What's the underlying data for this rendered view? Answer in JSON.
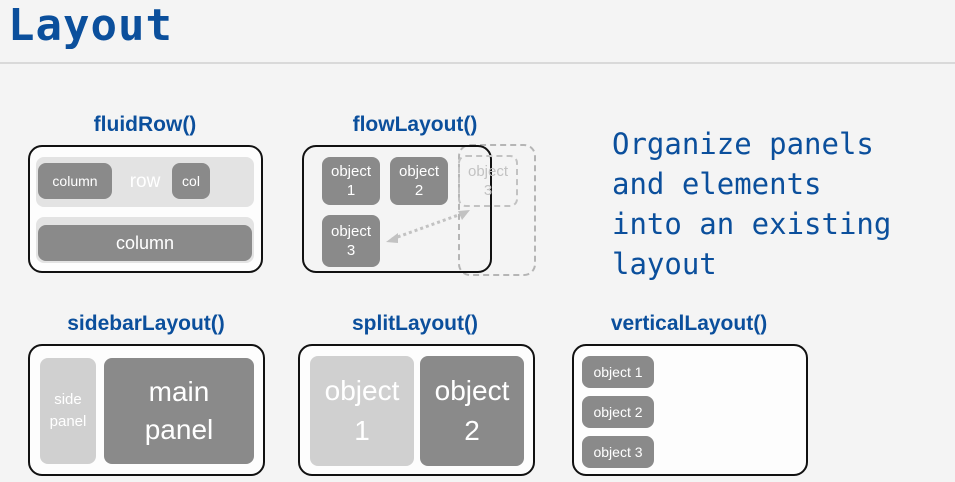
{
  "title": "Layout",
  "tagline": "Organize panels\nand elements\ninto an existing\nlayout",
  "fluidRow": {
    "caption": "fluidRow()",
    "column_label": "column",
    "row_label": "row",
    "col_label": "col",
    "column_full_label": "column"
  },
  "flowLayout": {
    "caption": "flowLayout()",
    "object1": "object\n1",
    "object2": "object\n2",
    "object3_ghost": "object\n3",
    "object3": "object\n3"
  },
  "sidebarLayout": {
    "caption": "sidebarLayout()",
    "side_panel": "side\npanel",
    "main_panel": "main\npanel"
  },
  "splitLayout": {
    "caption": "splitLayout()",
    "object1": "object\n1",
    "object2": "object\n2"
  },
  "verticalLayout": {
    "caption": "verticalLayout()",
    "items": [
      "object 1",
      "object 2",
      "object 3"
    ]
  },
  "colors": {
    "accent": "#0b4f9c",
    "frame": "#111111",
    "dark_block": "#8a8a8a",
    "light_block": "#d0d0d0"
  }
}
